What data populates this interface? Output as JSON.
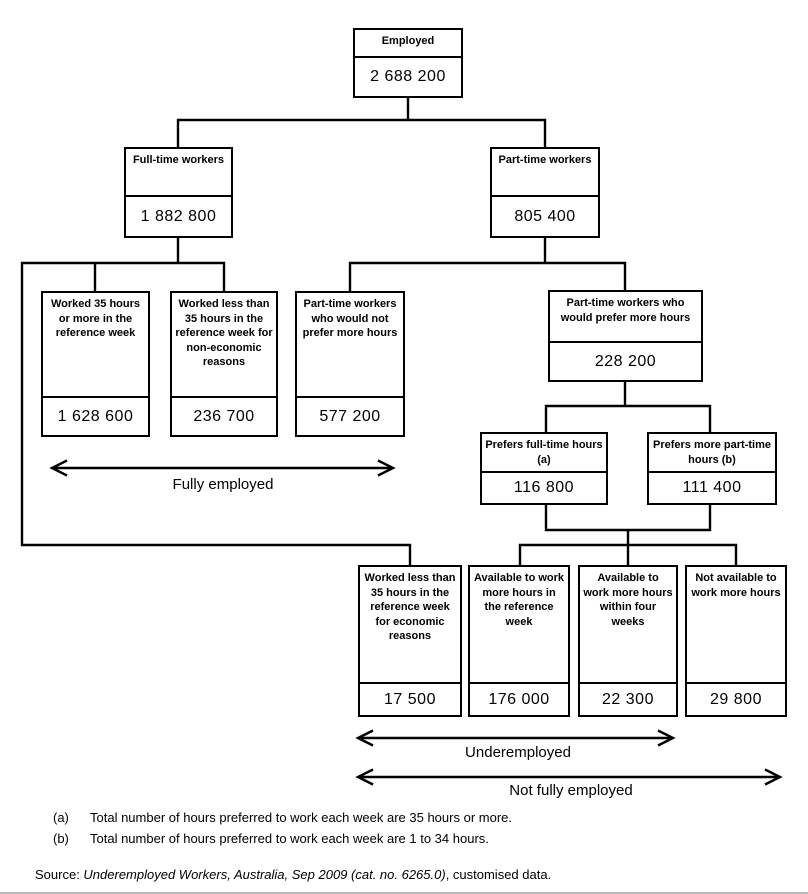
{
  "nodes": {
    "employed": {
      "label": "Employed",
      "value": "2 688 200"
    },
    "full_time": {
      "label": "Full-time workers",
      "value": "1 882 800"
    },
    "part_time": {
      "label": "Part-time workers",
      "value": "805 400"
    },
    "worked_35_plus": {
      "label": "Worked 35 hours or more in the reference week",
      "value": "1 628 600"
    },
    "worked_less_non_economic": {
      "label": "Worked less than 35 hours in the reference week for non-economic reasons",
      "value": "236 700"
    },
    "pt_not_prefer": {
      "label": "Part-time workers who would not prefer more hours",
      "value": "577 200"
    },
    "pt_prefer": {
      "label": "Part-time workers who would prefer more hours",
      "value": "228 200"
    },
    "prefers_full_time": {
      "label": "Prefers full-time hours (a)",
      "value": "116 800"
    },
    "prefers_more_part_time": {
      "label": "Prefers more part-time hours (b)",
      "value": "111 400"
    },
    "worked_less_economic": {
      "label": "Worked less than 35 hours in the reference week for economic reasons",
      "value": "17 500"
    },
    "available_ref_week": {
      "label": "Available to work more hours in the reference week",
      "value": "176 000"
    },
    "available_four_weeks": {
      "label": "Available to work more hours within four weeks",
      "value": "22 300"
    },
    "not_available": {
      "label": "Not available to work more hours",
      "value": "29 800"
    }
  },
  "arrows": {
    "fully_employed": {
      "label": "Fully employed"
    },
    "underemployed": {
      "label": "Underemployed"
    },
    "not_fully_employed": {
      "label": "Not fully employed"
    }
  },
  "footnotes": [
    {
      "marker": "(a)",
      "text": "Total number of hours preferred to work each week are 35 hours or more."
    },
    {
      "marker": "(b)",
      "text": "Total number of hours preferred to work each week are 1 to 34 hours."
    }
  ],
  "source": {
    "prefix": "Source: ",
    "italic": "Underemployed Workers, Australia, Sep 2009 (cat. no. 6265.0)",
    "suffix": ", customised data."
  },
  "colors": {
    "line": "#000000",
    "text": "#000000",
    "background": "#ffffff"
  }
}
